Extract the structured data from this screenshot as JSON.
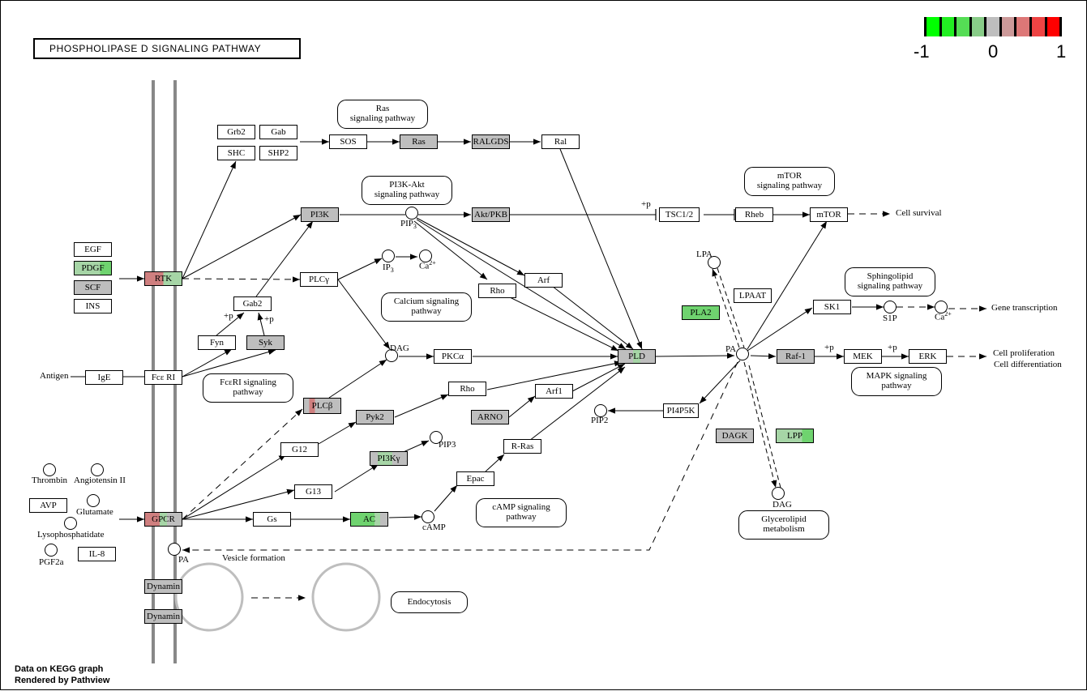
{
  "title": "PHOSPHOLIPASE D SIGNALING PATHWAY",
  "legend": {
    "labels": [
      "-1",
      "0",
      "1"
    ],
    "colors": [
      "#00ff00",
      "#22ee22",
      "#55dd55",
      "#88cc88",
      "#bebebe",
      "#cc9999",
      "#dd7777",
      "#ee4444",
      "#ff0000"
    ]
  },
  "footer": [
    "Data on KEGG graph",
    "Rendered by Pathview"
  ],
  "colors": {
    "gray": "#bebebe",
    "green": "#6fd36f",
    "green_light": "#a6d5a6",
    "red": "#cf7f7f",
    "membrane": "#888888",
    "vesicle": "#bebebe"
  },
  "nodes": {
    "grb2": "Grb2",
    "gab": "Gab",
    "shc": "SHC",
    "shp2": "SHP2",
    "sos": "SOS",
    "ras": "Ras",
    "ralgds": "RALGDS",
    "ral": "Ral",
    "pi3k": "PI3K",
    "aktpkb": "Akt/PKB",
    "tsc12": "TSC1/2",
    "rheb": "Rheb",
    "mtor": "mTOR",
    "egf": "EGF",
    "pdgf": "PDGF",
    "scf": "SCF",
    "ins": "INS",
    "rtk": "RTK",
    "plcg": "PLCγ",
    "gab2": "Gab2",
    "fyn": "Fyn",
    "syk": "Syk",
    "ige": "IgE",
    "fceri": "Fcε RI",
    "rho1": "Rho",
    "arf1": "Arf",
    "pkca": "PKCα",
    "pld": "PLD",
    "rho2": "Rho",
    "arf2": "Arf1",
    "plcb": "PLCβ",
    "pyk2": "Pyk2",
    "arno": "ARNO",
    "g12": "G12",
    "pi3kg": "PI3Kγ",
    "rras": "R-Ras",
    "epac": "Epac",
    "g13": "G13",
    "avp": "AVP",
    "gpcr": "GPCR",
    "gs": "Gs",
    "ac": "AC",
    "il8": "IL-8",
    "dynamin1": "Dynamin",
    "dynamin2": "Dynamin",
    "lpaat": "LPAAT",
    "pla2": "PLA2",
    "sk1": "SK1",
    "raf1": "Raf-1",
    "mek": "MEK",
    "erk": "ERK",
    "pi4p5k": "PI4P5K",
    "dagk": "DAGK",
    "lpp": "LPP"
  },
  "pathways": {
    "ras": [
      "Ras",
      "signaling pathway"
    ],
    "pi3kakt": [
      "PI3K-Akt",
      "signaling pathway"
    ],
    "mtor": [
      "mTOR",
      "signaling pathway"
    ],
    "sphingo": [
      "Sphingolipid",
      "signaling pathway"
    ],
    "calcium": [
      "Calcium signaling",
      "pathway"
    ],
    "fceri": [
      "FcεRI signaling",
      "pathway"
    ],
    "mapk": [
      "MAPK signaling",
      "pathway"
    ],
    "camp": [
      "cAMP signaling",
      "pathway"
    ],
    "glycerolipid": [
      "Glycerolipid",
      "metabolism"
    ],
    "endocytosis": [
      "Endocytosis"
    ]
  },
  "labels": {
    "pip3_top": "PIP",
    "pip3_top_sub": "3",
    "ip3": "IP",
    "ip3_sub": "3",
    "ca": "Ca",
    "ca_sup": "2+",
    "dag": "DAG",
    "pip3_mid": "PIP3",
    "camp": "cAMP",
    "pa_main": "PA",
    "lpa": "LPA",
    "pip2": "PIP2",
    "s1p": "S1P",
    "ca2": "Ca",
    "ca2_sup": "2+",
    "dag2": "DAG",
    "pa_bottom": "PA",
    "thrombin": "Thrombin",
    "angiotensin": "Angiotensin II",
    "glutamate": "Glutamate",
    "lysophosphatidate": "Lysophosphatidate",
    "pgf2a": "PGF2a",
    "antigen": "Antigen",
    "vesicle_formation": "Vesicle formation",
    "cell_survival": "Cell survival",
    "gene_transcription": "Gene transcription",
    "cell_prolif": "Cell proliferation",
    "cell_diff": "Cell differentiation",
    "p1": "+p",
    "p2": "+p",
    "p3": "+p",
    "p4": "+p",
    "p5": "+p"
  }
}
